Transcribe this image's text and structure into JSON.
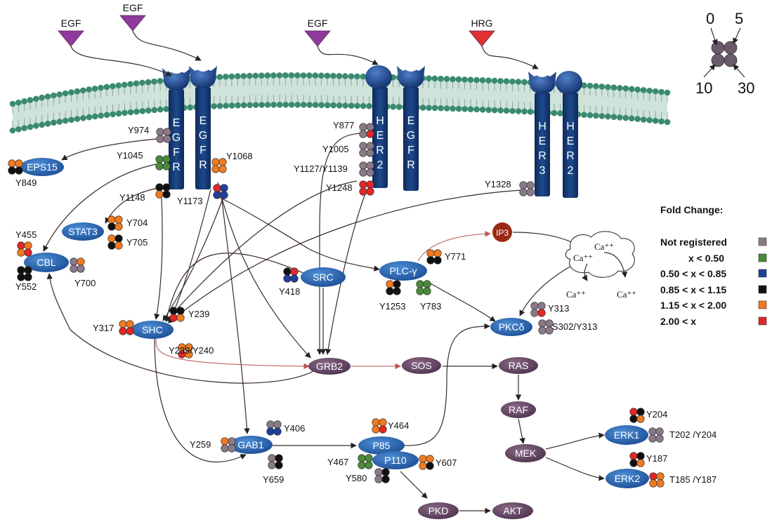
{
  "ligands": [
    {
      "id": "egf1",
      "label": "EGF",
      "color": "#8e3a9a"
    },
    {
      "id": "egf2",
      "label": "EGF",
      "color": "#8e3a9a"
    },
    {
      "id": "egf3",
      "label": "EGF",
      "color": "#8e3a9a"
    },
    {
      "id": "hrg",
      "label": "HRG",
      "color": "#e03030"
    }
  ],
  "receptors": [
    {
      "id": "r1",
      "label": "EGFR"
    },
    {
      "id": "r2",
      "label": "EGFR"
    },
    {
      "id": "r3",
      "label": "HER2"
    },
    {
      "id": "r4",
      "label": "EGFR"
    },
    {
      "id": "r5",
      "label": "HER3"
    },
    {
      "id": "r6",
      "label": "HER2"
    }
  ],
  "blue_nodes": [
    {
      "id": "eps15",
      "label": "EPS15"
    },
    {
      "id": "stat3",
      "label": "STAT3"
    },
    {
      "id": "cbl",
      "label": "CBL"
    },
    {
      "id": "src",
      "label": "SRC"
    },
    {
      "id": "plcg",
      "label": "PLC-γ"
    },
    {
      "id": "pkcd",
      "label": "PKCδ"
    },
    {
      "id": "shc",
      "label": "SHC"
    },
    {
      "id": "gab1",
      "label": "GAB1"
    },
    {
      "id": "p85",
      "label": "P85"
    },
    {
      "id": "p110",
      "label": "P110"
    },
    {
      "id": "erk1",
      "label": "ERK1"
    },
    {
      "id": "erk2",
      "label": "ERK2"
    }
  ],
  "purple_nodes": [
    {
      "id": "grb2",
      "label": "GRB2"
    },
    {
      "id": "sos",
      "label": "SOS"
    },
    {
      "id": "ras",
      "label": "RAS"
    },
    {
      "id": "raf",
      "label": "RAF"
    },
    {
      "id": "mek",
      "label": "MEK"
    },
    {
      "id": "pkd",
      "label": "PKD"
    },
    {
      "id": "akt",
      "label": "AKT"
    },
    {
      "id": "ip3",
      "label": "IP3"
    }
  ],
  "site_labels": [
    "Y974",
    "Y1045",
    "Y1068",
    "Y1148",
    "Y1173",
    "Y849",
    "Y455",
    "Y552",
    "Y700",
    "Y704",
    "Y705",
    "Y877",
    "Y1005",
    "Y1127/Y1139",
    "Y1248",
    "Y1328",
    "Y418",
    "Y771",
    "Y1253",
    "Y783",
    "Y313",
    "S302/Y313",
    "Y239",
    "Y317",
    "Y239/Y240",
    "Y406",
    "Y259",
    "Y659",
    "Y464",
    "Y467",
    "Y580",
    "Y607",
    "Y204",
    "T202 /Y204",
    "Y187",
    "T185 /Y187"
  ],
  "calcium": [
    "Ca⁺⁺",
    "Ca⁺⁺",
    "Ca⁺⁺",
    "Ca⁺⁺"
  ],
  "time_key": {
    "t0": "0",
    "t5": "5",
    "t10": "10",
    "t30": "30"
  },
  "legend": {
    "title": "Fold Change:",
    "items": [
      {
        "label": "Not registered",
        "color": "#8a7a88"
      },
      {
        "label": "x < 0.50",
        "color": "#4a8a3a"
      },
      {
        "label": "0.50 < x < 0.85",
        "color": "#1f3f9a"
      },
      {
        "label": "0.85 < x < 1.15",
        "color": "#111111"
      },
      {
        "label": "1.15 < x < 2.00",
        "color": "#f07a20"
      },
      {
        "label": "2.00 < x",
        "color": "#e02828"
      }
    ]
  },
  "colors": {
    "membrane": "#3a8a70",
    "receptor": "#12356e",
    "node_blue": "#2a6cb8",
    "node_purple": "#6a4a66",
    "ip3": "#9a2a14"
  }
}
